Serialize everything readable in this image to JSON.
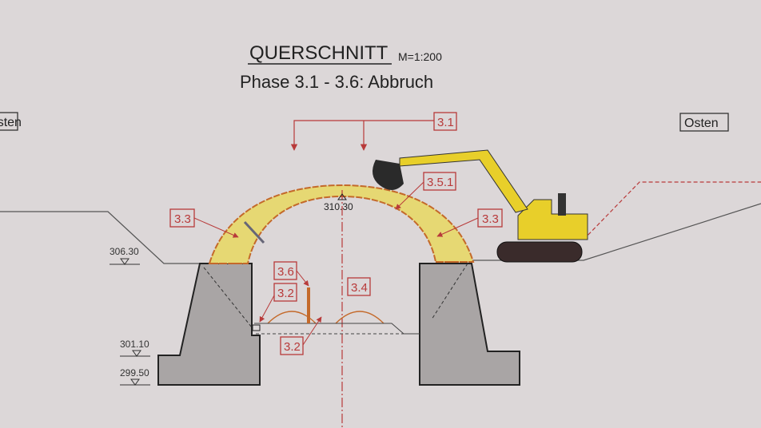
{
  "title": "QUERSCHNITT",
  "scale": "M=1:200",
  "subtitle": "Phase 3.1 - 3.6: Abbruch",
  "direction_west": "Westen",
  "direction_east": "Osten",
  "crown_level": "310.30",
  "levels": [
    "306.30",
    "301.10",
    "299.50"
  ],
  "labels": {
    "phase_3_1": "3.1",
    "phase_3_5_1": "3.5.1",
    "phase_3_3_left": "3.3",
    "phase_3_3_right": "3.3",
    "phase_3_6": "3.6",
    "phase_3_2_top": "3.2",
    "phase_3_4": "3.4",
    "phase_3_2_bottom": "3.2"
  },
  "colors": {
    "paper": "#dcd7d8",
    "annotation": "#b83a3a",
    "arch": "#e6d873",
    "concrete": "#a9a5a5",
    "excavator": "#e8cf2a"
  }
}
